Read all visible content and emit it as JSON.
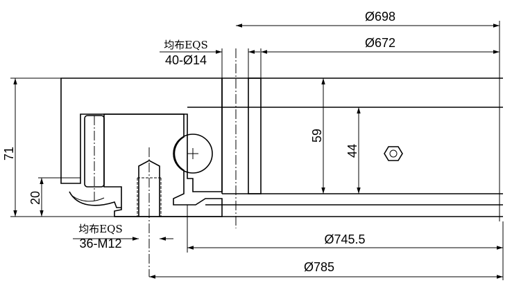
{
  "drawing": {
    "dimensions": {
      "d698": "Ø698",
      "d672": "Ø672",
      "d745": "Ø745.5",
      "d785": "Ø785",
      "h59": "59",
      "h44": "44",
      "h71": "71",
      "h20": "20"
    },
    "hole_note": {
      "eqs": "均布EQS",
      "spec": "40-Ø14"
    },
    "thread_note": {
      "eqs": "均布EQS",
      "spec": "36-M12"
    }
  }
}
